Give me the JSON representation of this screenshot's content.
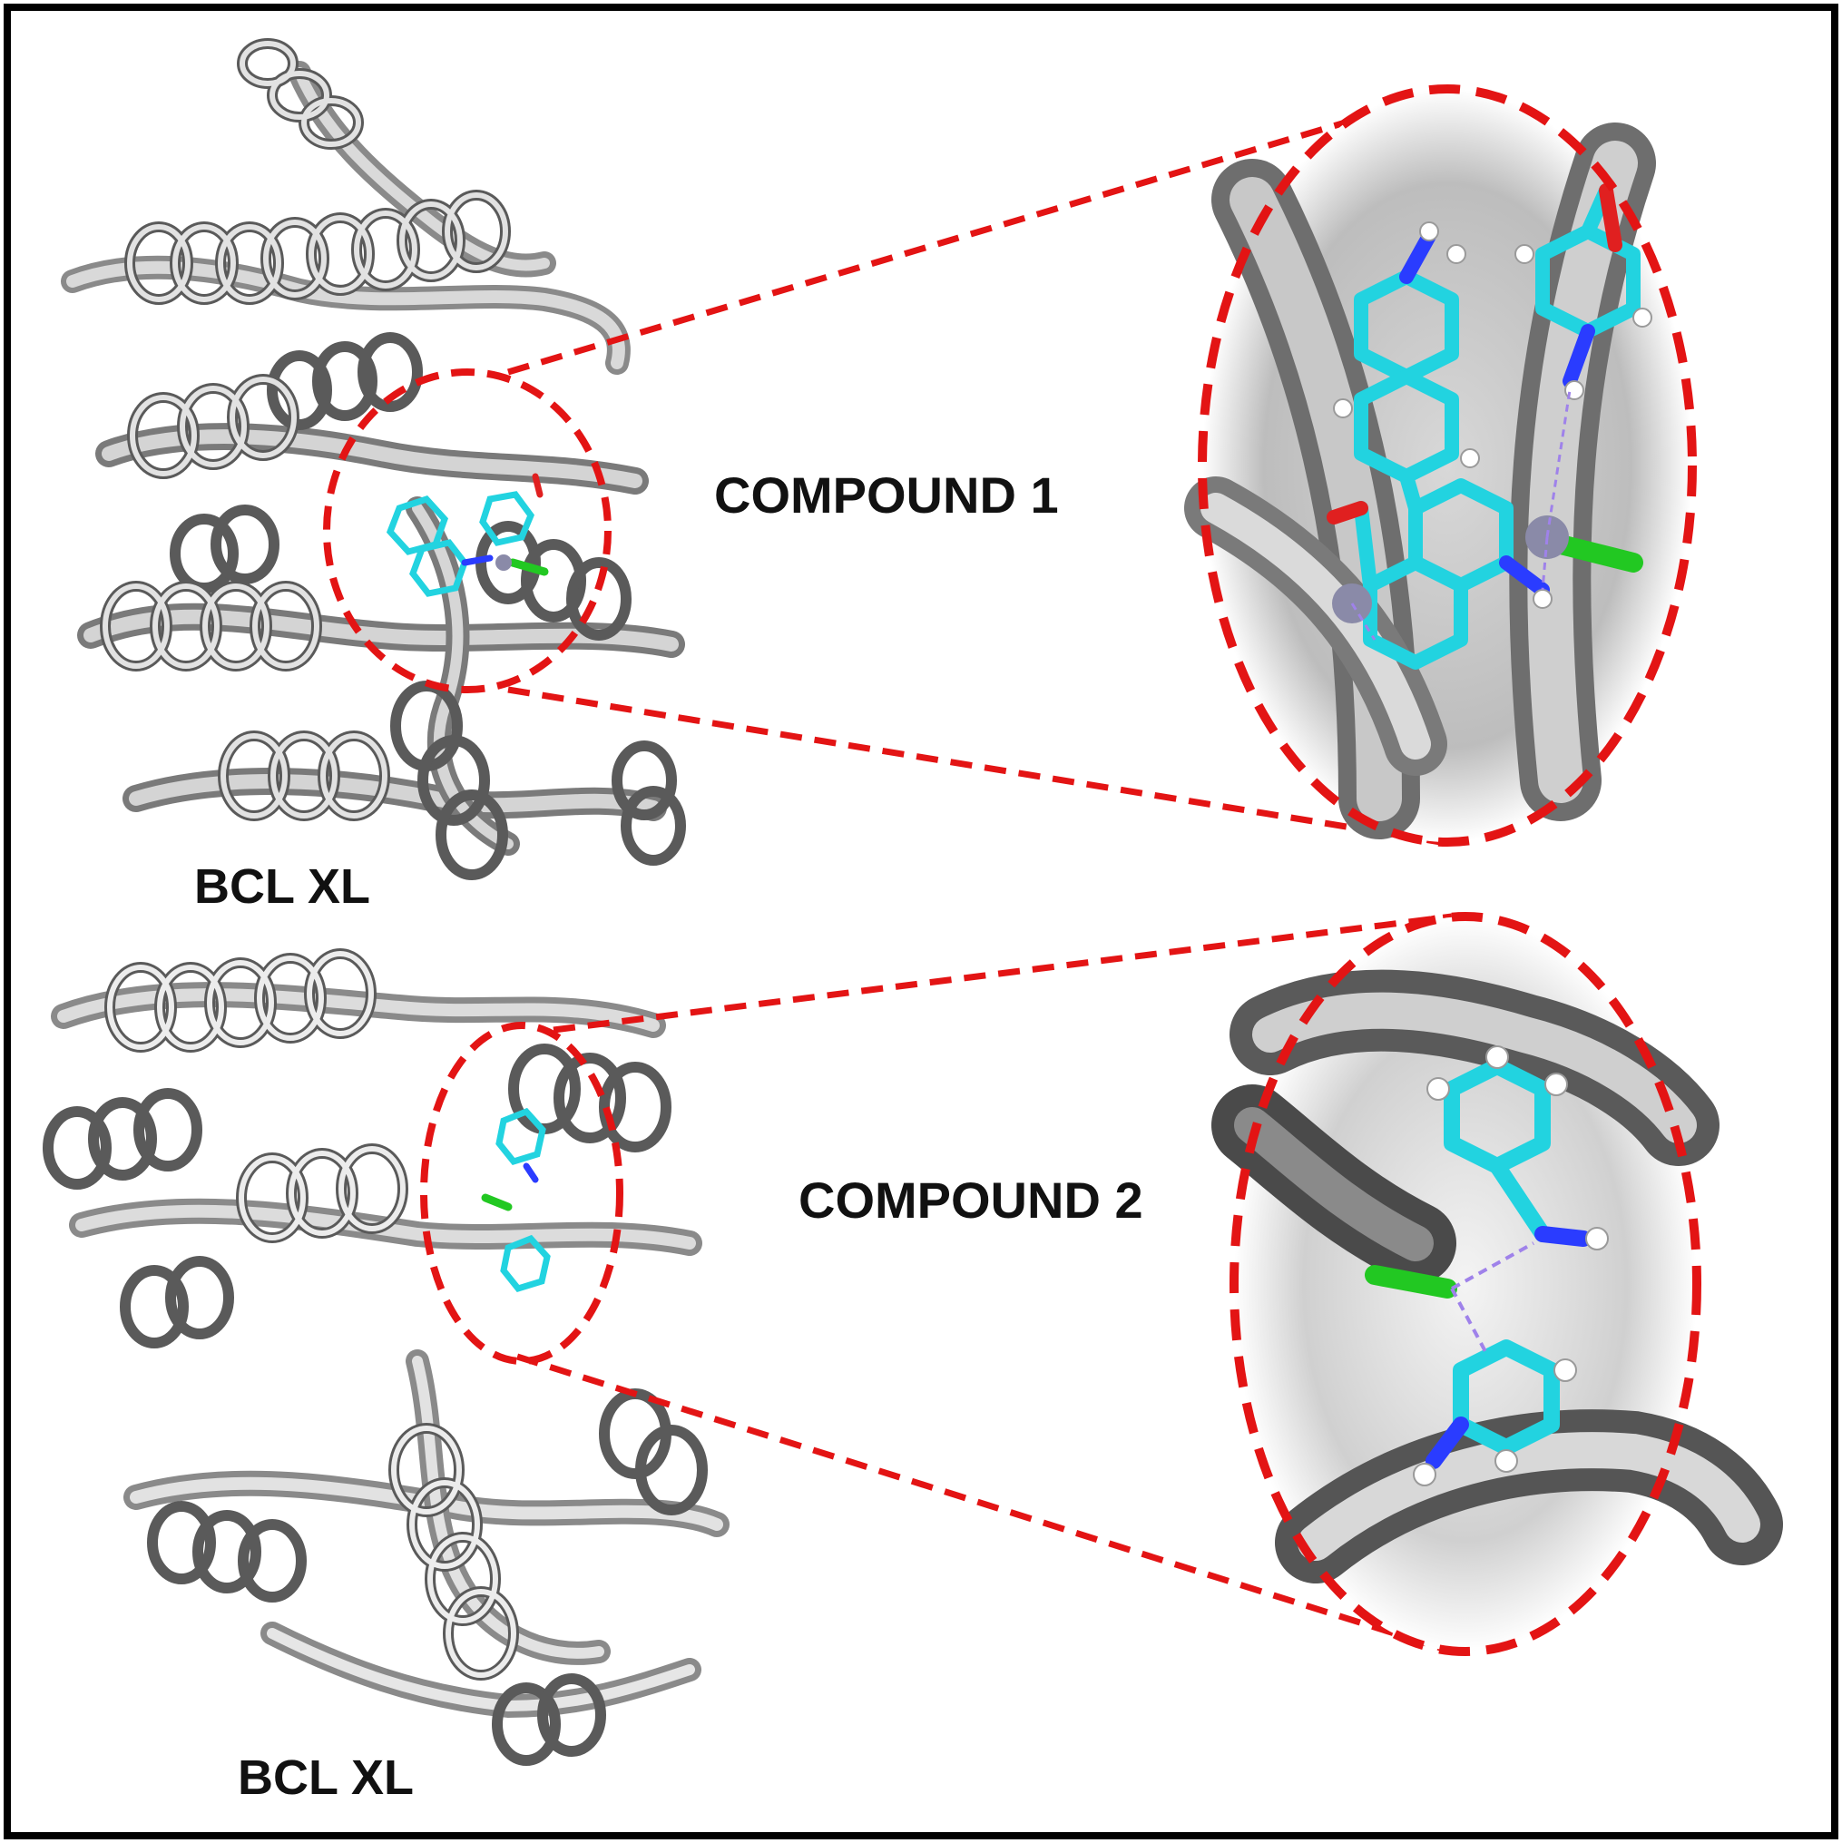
{
  "panels": [
    {
      "compound_label": "COMPOUND 1",
      "protein_label": "BCL XL"
    },
    {
      "compound_label": "COMPOUND 2",
      "protein_label": "BCL XL"
    }
  ],
  "colors": {
    "border": "#000000",
    "zoom_outline": "#e31414",
    "ligand_carbon": "#22d3e0",
    "ligand_nitrogen": "#2a3cff",
    "ligand_oxygen": "#e02020",
    "ligand_hydrogen": "#ffffff",
    "chlorine": "#22c822",
    "metal_atom": "#8a8aa8",
    "interaction_line": "#9f82ea",
    "protein_ribbon": "#b9b9b9",
    "protein_ribbon_shadow": "#5c5c5c"
  }
}
